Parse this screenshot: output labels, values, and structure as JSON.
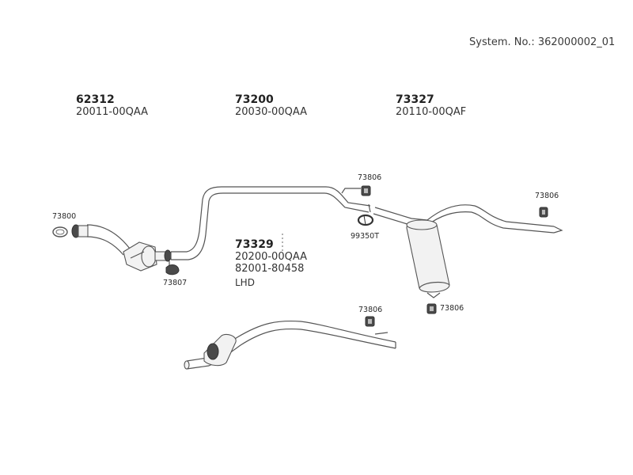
{
  "header": {
    "system_number": "System. No.: 362000002_01"
  },
  "parts": [
    {
      "number": "62312",
      "codes": [
        "20011-00QAA"
      ]
    },
    {
      "number": "73200",
      "codes": [
        "20030-00QAA"
      ]
    },
    {
      "number": "73327",
      "codes": [
        "20110-00QAF"
      ]
    },
    {
      "number": "73329",
      "codes": [
        "20200-00QAA",
        "82001-80458"
      ],
      "note": "LHD"
    }
  ],
  "callouts": {
    "c73800": "73800",
    "c73807": "73807",
    "c73806_top": "73806",
    "c99350": "99350T",
    "c73806_right": "73806",
    "c73806_muffler": "73806",
    "c73806_lower": "73806"
  },
  "colors": {
    "line": "#555555",
    "fill": "#f2f2f2",
    "dark_part": "#4a4a4a"
  }
}
